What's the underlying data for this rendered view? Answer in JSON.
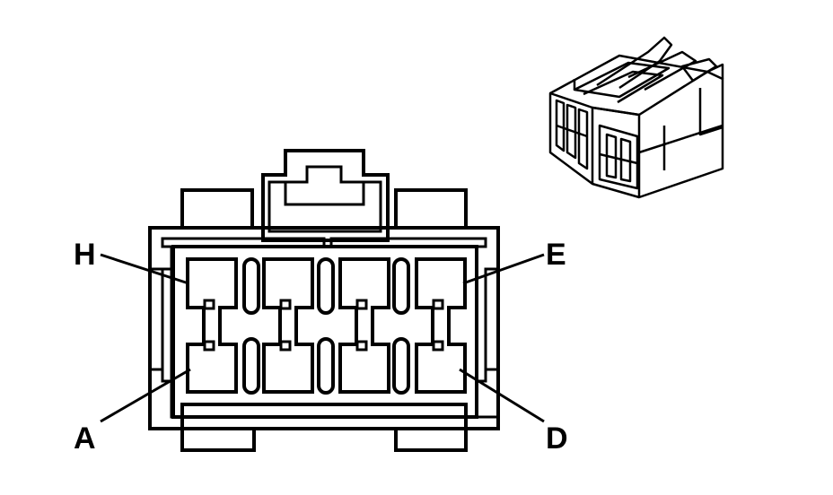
{
  "pin_labels": {
    "top_left": "H",
    "top_right": "E",
    "bottom_left": "A",
    "bottom_right": "D"
  },
  "colors": {
    "line": "#000000",
    "background": "#ffffff"
  }
}
